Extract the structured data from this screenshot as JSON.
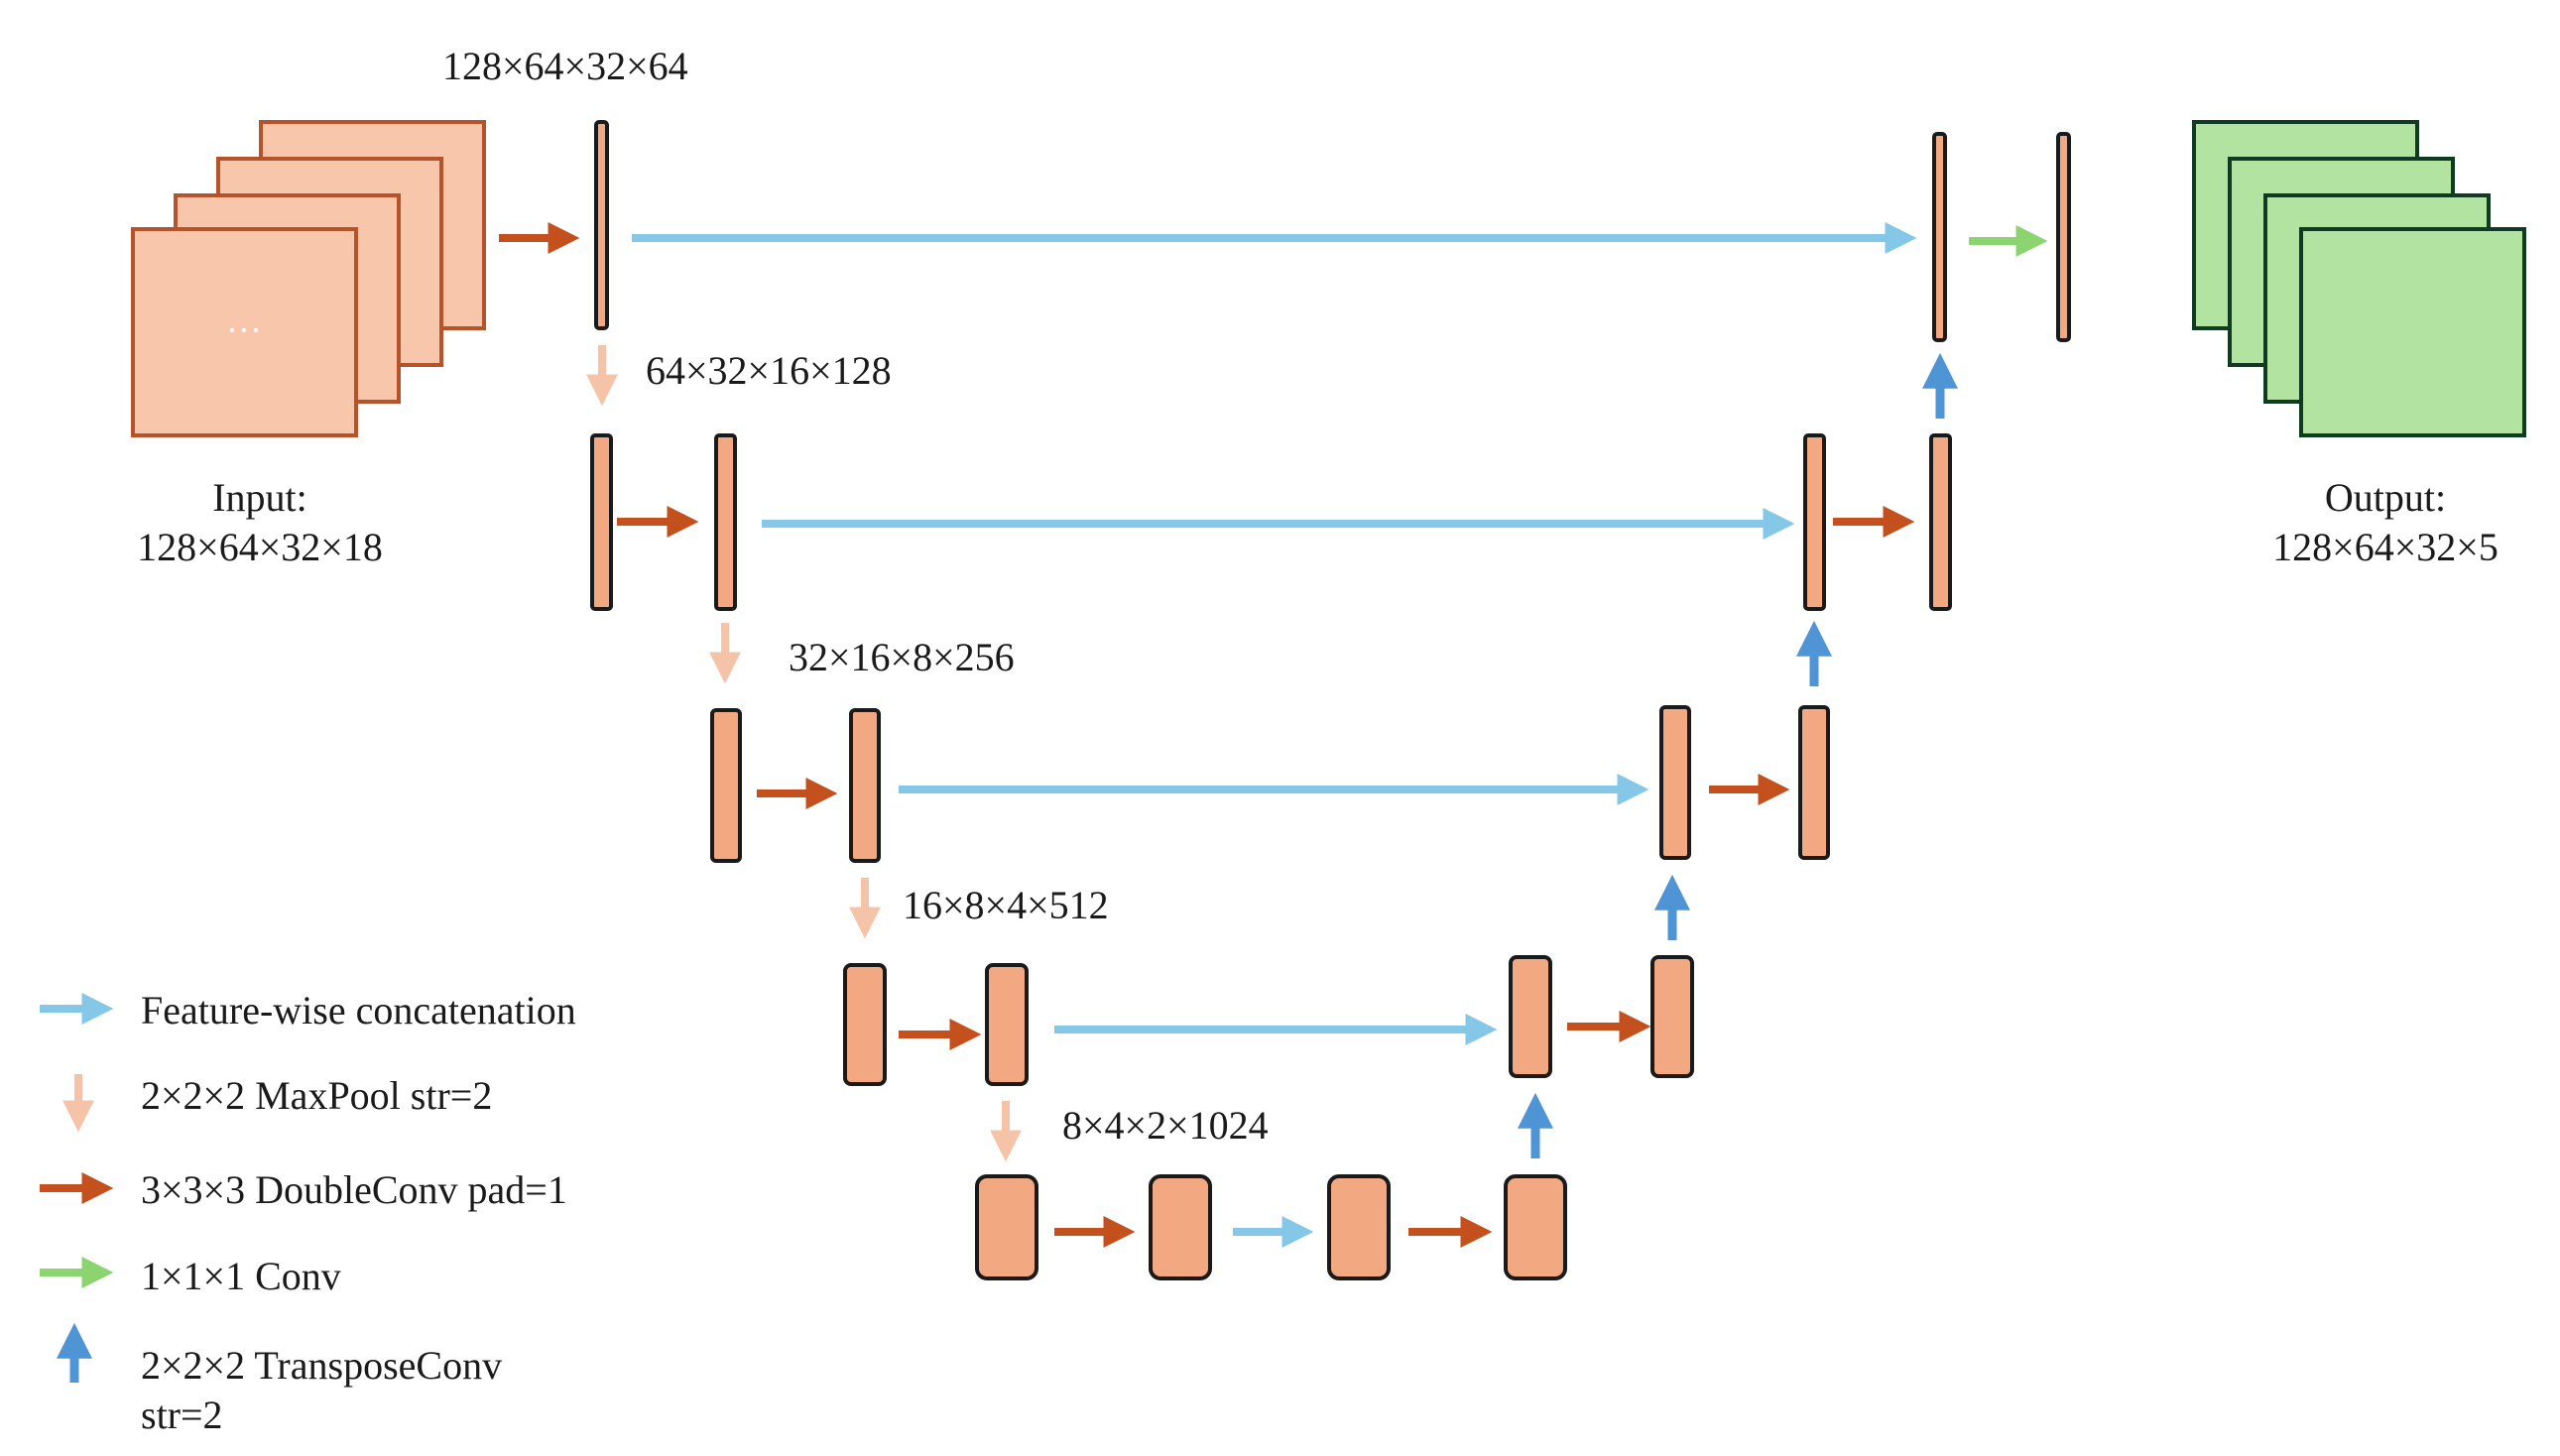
{
  "input": {
    "title": "Input:",
    "shape": "128×64×32×18",
    "ellipsis": "···"
  },
  "output": {
    "title": "Output:",
    "shape": "128×64×32×5"
  },
  "level_shapes": [
    "128×64×32×64",
    "64×32×16×128",
    "32×16×8×256",
    "16×8×4×512",
    "8×4×2×1024"
  ],
  "legend": [
    {
      "type": "concat",
      "label": "Feature-wise concatenation"
    },
    {
      "type": "maxpool",
      "label": "2×2×2 MaxPool str=2"
    },
    {
      "type": "doubleconv",
      "label": "3×3×3 DoubleConv pad=1"
    },
    {
      "type": "conv1",
      "label": "1×1×1 Conv"
    },
    {
      "type": "transpose",
      "label": "2×2×2 TransposeConv",
      "label_line2": "str=2"
    }
  ],
  "colors": {
    "concat": "#85c7e6",
    "maxpool": "#f5c4a8",
    "doubleconv": "#c4501d",
    "conv1": "#8bd46f",
    "transpose": "#4f95d6",
    "block_fill": "#f2a982",
    "input_fill": "#f7c6ab",
    "output_fill": "#b3e3a1"
  }
}
